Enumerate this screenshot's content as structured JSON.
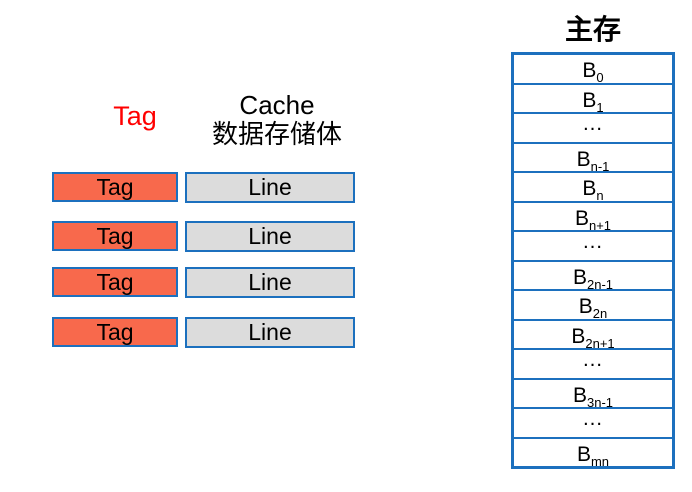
{
  "colors": {
    "border_blue": "#1c70be",
    "tag_fill": "#f8694c",
    "line_fill": "#dcdcdc",
    "tag_heading_red": "#ff0000",
    "text_black": "#000000"
  },
  "cache": {
    "tag_heading": "Tag",
    "heading_line1": "Cache",
    "heading_line2": "数据存储体",
    "rows": [
      {
        "tag": "Tag",
        "line": "Line"
      },
      {
        "tag": "Tag",
        "line": "Line"
      },
      {
        "tag": "Tag",
        "line": "Line"
      },
      {
        "tag": "Tag",
        "line": "Line"
      }
    ]
  },
  "memory": {
    "title": "主存",
    "rows": [
      {
        "base": "B",
        "sub": "0"
      },
      {
        "base": "B",
        "sub": "1"
      },
      {
        "base": "…",
        "sub": ""
      },
      {
        "base": "B",
        "sub": "n-1"
      },
      {
        "base": "B",
        "sub": "n"
      },
      {
        "base": "B",
        "sub": "n+1"
      },
      {
        "base": "…",
        "sub": ""
      },
      {
        "base": "B",
        "sub": "2n-1"
      },
      {
        "base": "B",
        "sub": "2n"
      },
      {
        "base": "B",
        "sub": "2n+1"
      },
      {
        "base": "…",
        "sub": ""
      },
      {
        "base": "B",
        "sub": "3n-1"
      },
      {
        "base": "…",
        "sub": ""
      },
      {
        "base": "B",
        "sub": "mn"
      }
    ]
  }
}
